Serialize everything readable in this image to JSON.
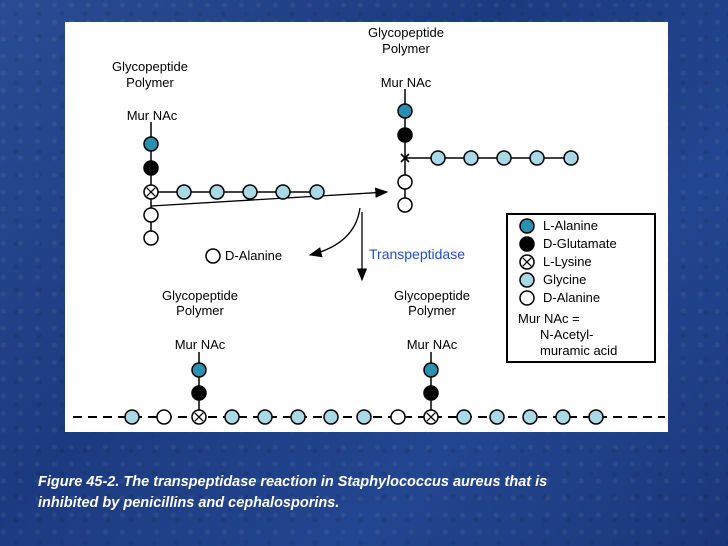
{
  "labels": {
    "polymer_line1": "Glycopeptide",
    "polymer_line2": "Polymer",
    "murnac": "Mur NAc",
    "d_alanine_released": "D-Alanine",
    "enzyme": "Transpeptidase"
  },
  "legend": {
    "items": [
      {
        "key": "l_alanine",
        "label": "L-Alanine"
      },
      {
        "key": "d_glutamate",
        "label": "D-Glutamate"
      },
      {
        "key": "l_lysine",
        "label": "L-Lysine"
      },
      {
        "key": "glycine",
        "label": "Glycine"
      },
      {
        "key": "d_alanine",
        "label": "D-Alanine"
      }
    ],
    "note_line1": "Mur NAc =",
    "note_line2": "N-Acetyl-",
    "note_line3": "muramic acid"
  },
  "colors": {
    "l_alanine": "#2a8fb0",
    "d_glutamate": "#000000",
    "l_lysine": "#ffffff",
    "glycine": "#a9d8e6",
    "d_alanine": "#ffffff",
    "enzyme_text": "#1f50c8"
  },
  "caption": {
    "line1": "Figure 45-2. The transpeptidase reaction in Staphylococcus aureus that is",
    "line2": "inhibited by penicillins and cephalosporins."
  }
}
